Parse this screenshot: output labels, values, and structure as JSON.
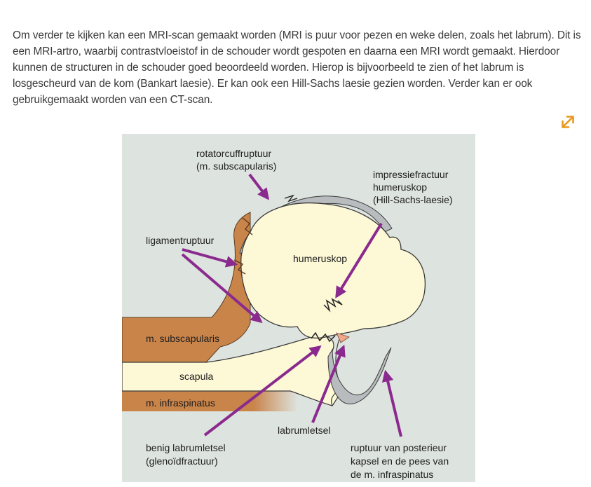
{
  "article": {
    "paragraph": "Om verder te kijken kan een MRI-scan gemaakt worden (MRI is puur voor pezen en weke delen, zoals het labrum). Dit is een MRI-artro, waarbij contrastvloeistof in de schouder wordt gespoten en daarna een MRI wordt gemaakt. Hierdoor kunnen de structuren in de schouder goed beoordeeld worden. Hierop is bijvoorbeeld te zien of het labrum is losgescheurd van de kom (Bankart laesie). Er kan ook een Hill-Sachs laesie gezien worden. Verder kan er ook gebruikgemaakt worden van een CT-scan."
  },
  "expand_icon": "expand-arrows-icon",
  "colors": {
    "accent": "#e8981b",
    "arrow": "#8b2a8e",
    "background": "#dde3de",
    "bone": "#fdf8d6",
    "muscle": "#c9844a",
    "cartilage": "#b9bcbf",
    "lesion": "#f0a88a"
  },
  "figure": {
    "labels": {
      "rotatorcuff_1": "rotatorcuffruptuur",
      "rotatorcuff_2": "(m. subscapularis)",
      "impressie_1": "impressiefractuur",
      "impressie_2": "humeruskop",
      "impressie_3": "(Hill-Sachs-laesie)",
      "ligament": "ligamentruptuur",
      "humeruskop": "humeruskop",
      "subscapularis": "m. subscapularis",
      "scapula": "scapula",
      "infraspinatus": "m. infraspinatus",
      "labrumletsel": "labrumletsel",
      "benig_1": "benig labrumletsel",
      "benig_2": "(glenoïdfractuur)",
      "ruptuur_1": "ruptuur van posterieur",
      "ruptuur_2": "kapsel en de pees van",
      "ruptuur_3": "de m. infraspinatus"
    }
  }
}
